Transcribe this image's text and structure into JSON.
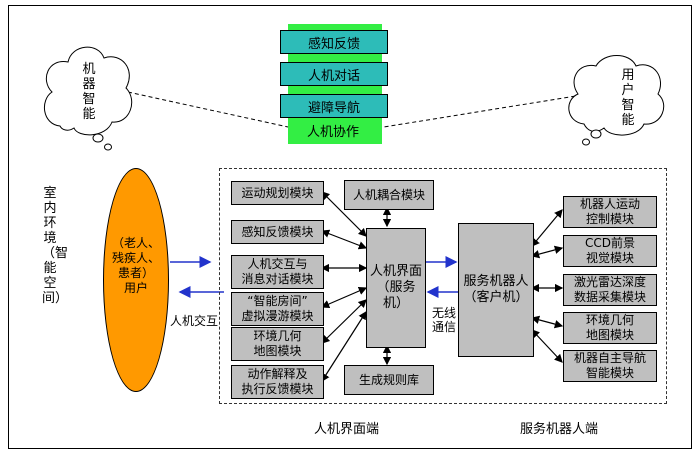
{
  "center_stack": [
    "感知反馈",
    "人机对话",
    "避障导航",
    "人机协作"
  ],
  "cloud_left": "机器智能",
  "cloud_right": "用户智能",
  "env_label": "室内环境（智能空间）",
  "oval_lines": [
    "（老人、",
    "残疾人、",
    "患者）",
    "用户"
  ],
  "interaction_label": "人机交互",
  "left_modules": [
    "运动规划模块",
    "感知反馈模块",
    "人机交互与消息对话模块",
    "“智能房间”虚拟漫游模块",
    "环境几何地图模块",
    "动作解释及执行反馈模块"
  ],
  "left_modules_lines": [
    [
      "运动规划模块"
    ],
    [
      "感知反馈模块"
    ],
    [
      "人机交互与",
      "消息对话模块"
    ],
    [
      "“智能房间”",
      "虚拟漫游模块"
    ],
    [
      "环境几何",
      "地图模块"
    ],
    [
      "动作解释及",
      "执行反馈模块"
    ]
  ],
  "hci_coupling": "人机耦合模块",
  "hmi_lines": [
    "人机界面",
    "（服务机）"
  ],
  "rule_base": "生成规则库",
  "wireless_lines": [
    "无线",
    "通信"
  ],
  "robot_lines": [
    "服务机器人",
    "（客户机）"
  ],
  "right_modules_lines": [
    [
      "机器人运动",
      "控制模块"
    ],
    [
      "CCD前景",
      "视觉模块"
    ],
    [
      "激光雷达深度",
      "数据采集模块"
    ],
    [
      "环境几何",
      "地图模块"
    ],
    [
      "机器自主导航",
      "智能模块"
    ]
  ],
  "captions": {
    "hmi_end": "人机界面端",
    "robot_end": "服务机器人端"
  }
}
